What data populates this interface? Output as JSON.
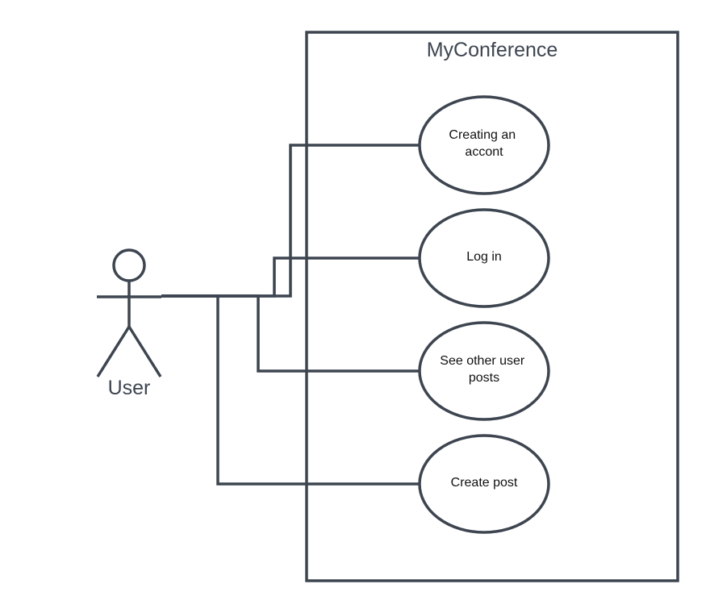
{
  "diagram": {
    "system": {
      "title": "MyConference"
    },
    "actor": {
      "label": "User"
    },
    "use_cases": [
      {
        "lines": [
          "Creating an",
          "accont"
        ]
      },
      {
        "lines": [
          "Log in"
        ]
      },
      {
        "lines": [
          "See other user",
          "posts"
        ]
      },
      {
        "lines": [
          "Create post"
        ]
      }
    ],
    "colors": {
      "stroke": "#3d4550",
      "fill": "#ffffff",
      "use_case_text": "#111111"
    }
  }
}
